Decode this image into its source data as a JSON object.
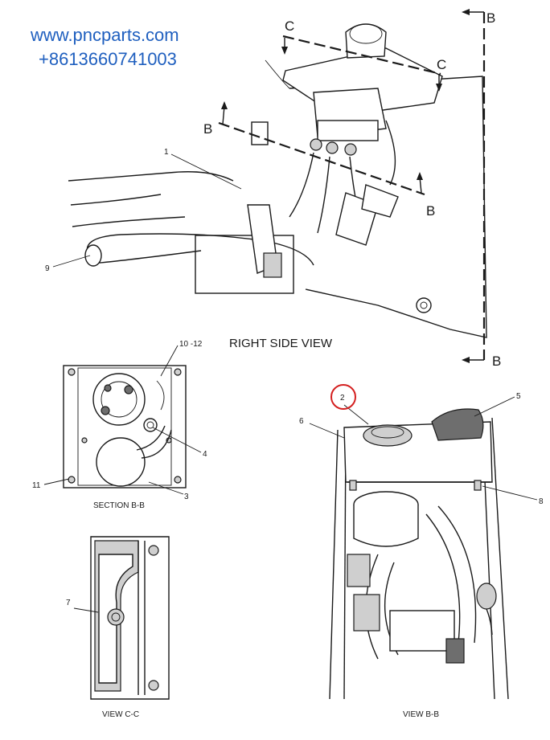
{
  "watermark": {
    "site": "www.pncparts.com",
    "phone": "+8613660741003"
  },
  "views": {
    "right_side": "RIGHT SIDE VIEW",
    "section_bb": "SECTION B-B",
    "view_cc": "VIEW C-C",
    "view_bb": "VIEW B-B"
  },
  "section_markers": {
    "b": "B",
    "c": "C"
  },
  "callouts": {
    "c1": "1",
    "c2": "2",
    "c3": "3",
    "c4": "4",
    "c5": "5",
    "c6": "6",
    "c7": "7",
    "c8": "8",
    "c9": "9",
    "c10_12": "10 -12",
    "c11": "11"
  },
  "colors": {
    "watermark": "#1f5fbf",
    "highlight_circle": "#d42020",
    "line": "#1a1a1a"
  }
}
